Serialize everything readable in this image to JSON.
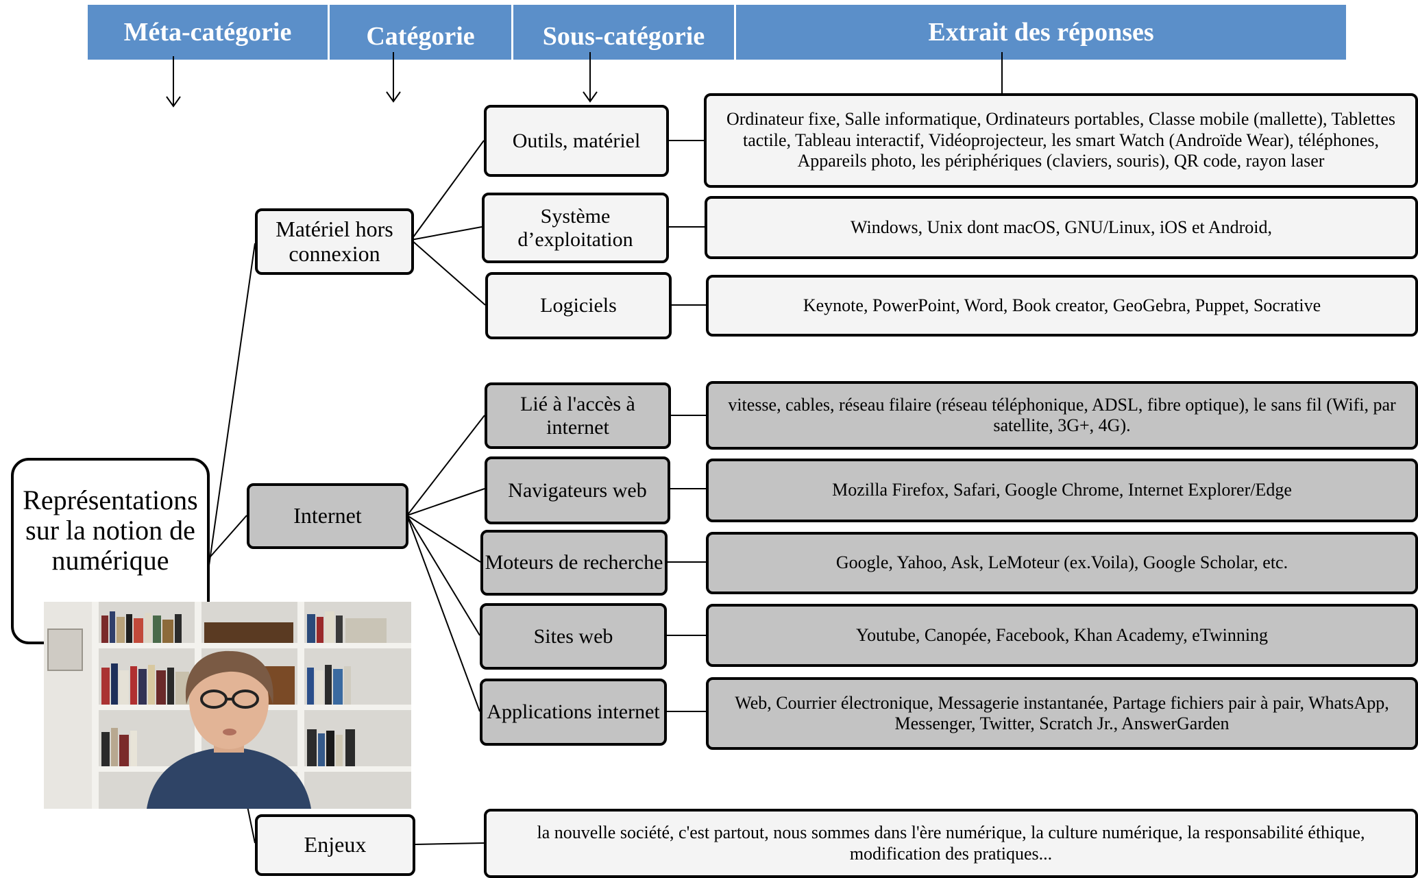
{
  "headers": {
    "meta": "Méta-catégorie",
    "cat": "Catégorie",
    "subcat": "Sous-catégorie",
    "extract": "Extrait des réponses"
  },
  "root": {
    "line1": "Représentations",
    "line2": "sur la notion de",
    "line3": "numérique"
  },
  "categories": {
    "offline": "Matériel hors connexion",
    "internet": "Internet",
    "issues": "Enjeux"
  },
  "subcategories": {
    "tools": "Outils, matériel",
    "os": "Système d’exploitation",
    "software": "Logiciels",
    "access": "Lié à l'accès à internet",
    "browsers": "Navigateurs web",
    "engines": "Moteurs de recherche",
    "sites": "Sites web",
    "apps": "Applications internet"
  },
  "extracts": {
    "tools": "Ordinateur fixe, Salle informatique, Ordinateurs portables, Classe mobile (mallette), Tablettes tactile, Tableau interactif, Vidéoprojecteur, les smart Watch (Androïde Wear), téléphones, Appareils photo, les périphériques (claviers, souris), QR code, rayon laser",
    "os": "Windows, Unix dont macOS, GNU/Linux, iOS et Android,",
    "software": "Keynote, PowerPoint, Word, Book creator, GeoGebra, Puppet, Socrative",
    "access": "vitesse, cables, réseau filaire (réseau téléphonique, ADSL, fibre optique), le sans fil (Wifi, par satellite, 3G+, 4G).",
    "browsers": "Mozilla Firefox, Safari, Google Chrome, Internet Explorer/Edge",
    "engines": "Google, Yahoo, Ask, LeMoteur (ex.Voila), Google Scholar, etc.",
    "sites": "Youtube, Canopée,  Facebook, Khan Academy, eTwinning",
    "apps": "Web, Courrier électronique, Messagerie instantanée, Partage fichiers pair à pair, WhatsApp, Messenger, Twitter, Scratch Jr., AnswerGarden",
    "issues": "la nouvelle société, c'est partout, nous sommes dans l'ère numérique, la culture numérique, la responsabilité éthique, modification des pratiques..."
  },
  "colors": {
    "header": "#5b8fc9",
    "box_light": "#f4f4f4",
    "box_dark": "#c3c3c3"
  }
}
